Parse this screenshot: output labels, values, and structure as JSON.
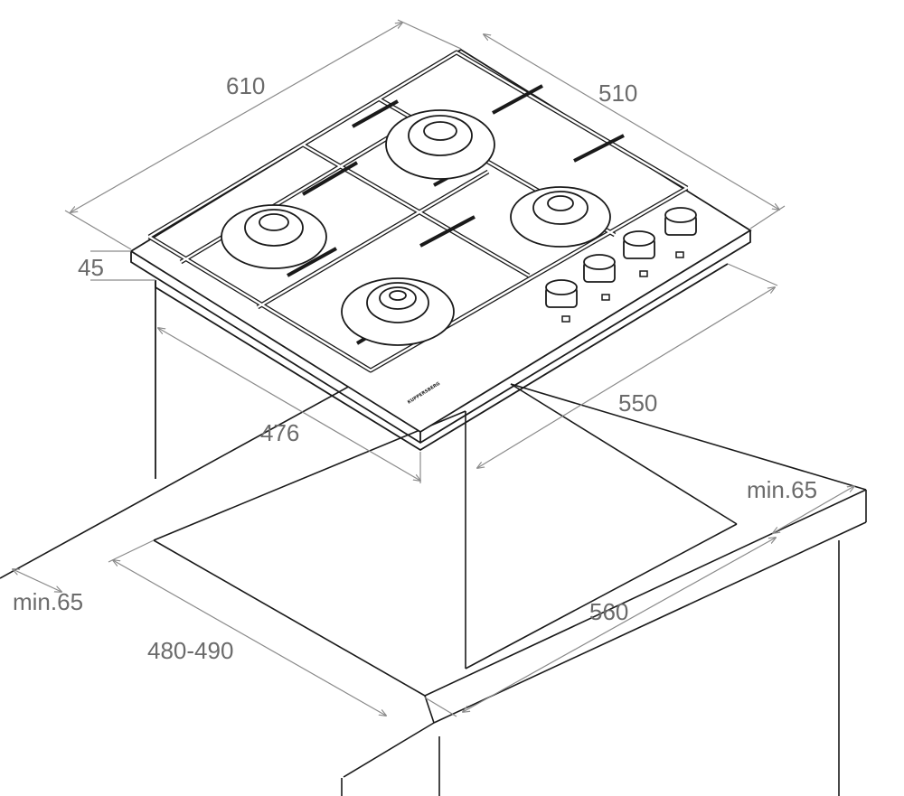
{
  "diagram": {
    "subject": "Built-in gas hob installation diagram",
    "brand_mark": "KUPPERSBERG",
    "colors": {
      "line": "#1a1a1a",
      "dimension": "#8a8a8a",
      "label": "#6b6b6b",
      "background": "#ffffff"
    },
    "dimensions": {
      "hob_width": "610",
      "hob_depth": "510",
      "hob_height": "45",
      "body_width": "550",
      "body_depth": "476",
      "cutout_width": "560",
      "cutout_depth": "480-490",
      "clearance_front": "min.65",
      "clearance_back": "min.65"
    }
  }
}
